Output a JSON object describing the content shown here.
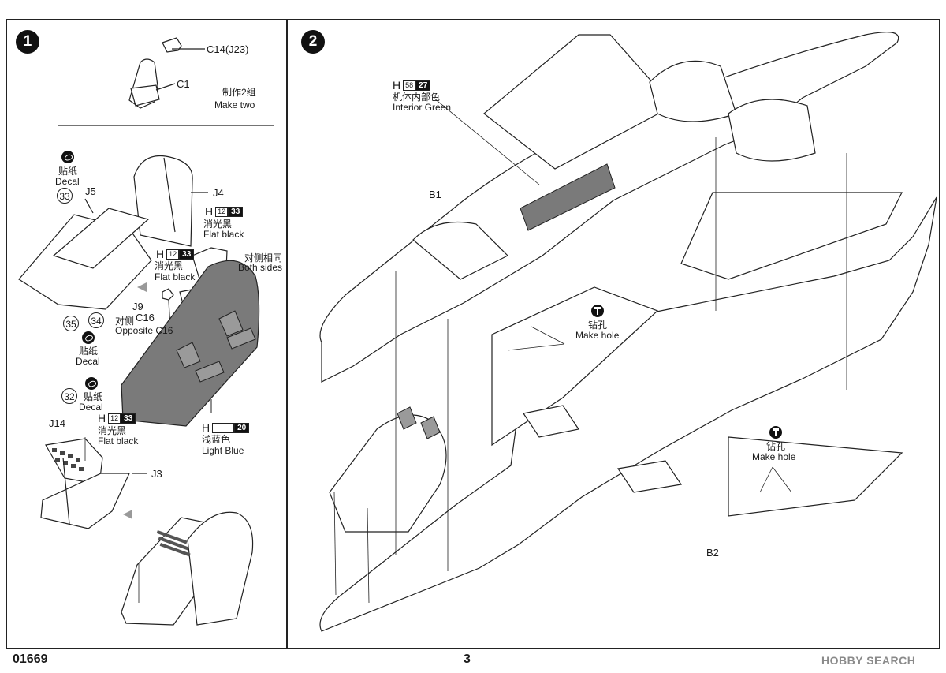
{
  "footer": {
    "catalog_number": "01669",
    "page_number": "3",
    "watermark": "HOBBY SEARCH"
  },
  "step1": {
    "number": "1",
    "top_parts": {
      "c14": "C14(J23)",
      "c1": "C1",
      "make_two_cn": "制作2组",
      "make_two_en": "Make two"
    },
    "decal_33": {
      "cn": "贴纸",
      "en": "Decal",
      "num": "33"
    },
    "j5": "J5",
    "j4": "J4",
    "flat_black_1": {
      "h": "H",
      "code": "12",
      "num": "33",
      "cn": "消光黑",
      "en": "Flat black"
    },
    "flat_black_2": {
      "h": "H",
      "code": "12",
      "num": "33",
      "cn": "消光黑",
      "en": "Flat black"
    },
    "both_sides": {
      "cn": "对侧相同",
      "en": "Both sides"
    },
    "j9": "J9",
    "c16": "C16",
    "opposite": {
      "cn": "对侧",
      "en": "Opposite C16"
    },
    "decal_35": {
      "num": "35"
    },
    "decal_34": {
      "num": "34",
      "cn": "贴纸",
      "en": "Decal"
    },
    "light_blue": {
      "h": "H",
      "code": "",
      "num": "20",
      "cn": "浅蓝色",
      "en": "Light Blue"
    },
    "decal_32": {
      "num": "32",
      "cn": "贴纸",
      "en": "Decal"
    },
    "j14": "J14",
    "flat_black_3": {
      "h": "H",
      "code": "12",
      "num": "33",
      "cn": "消光黑",
      "en": "Flat black"
    },
    "j3": "J3"
  },
  "step2": {
    "number": "2",
    "interior_green": {
      "h": "H",
      "code": "58",
      "num": "27",
      "cn": "机体内部色",
      "en": "Interior Green"
    },
    "b1": "B1",
    "b2": "B2",
    "drill_1": {
      "cn": "钻孔",
      "en": "Make hole"
    },
    "drill_2": {
      "cn": "钻孔",
      "en": "Make hole"
    }
  },
  "colors": {
    "line": "#222222",
    "interior_fill": "#7a7a7a",
    "seat_gray": "#9a9a9a"
  }
}
